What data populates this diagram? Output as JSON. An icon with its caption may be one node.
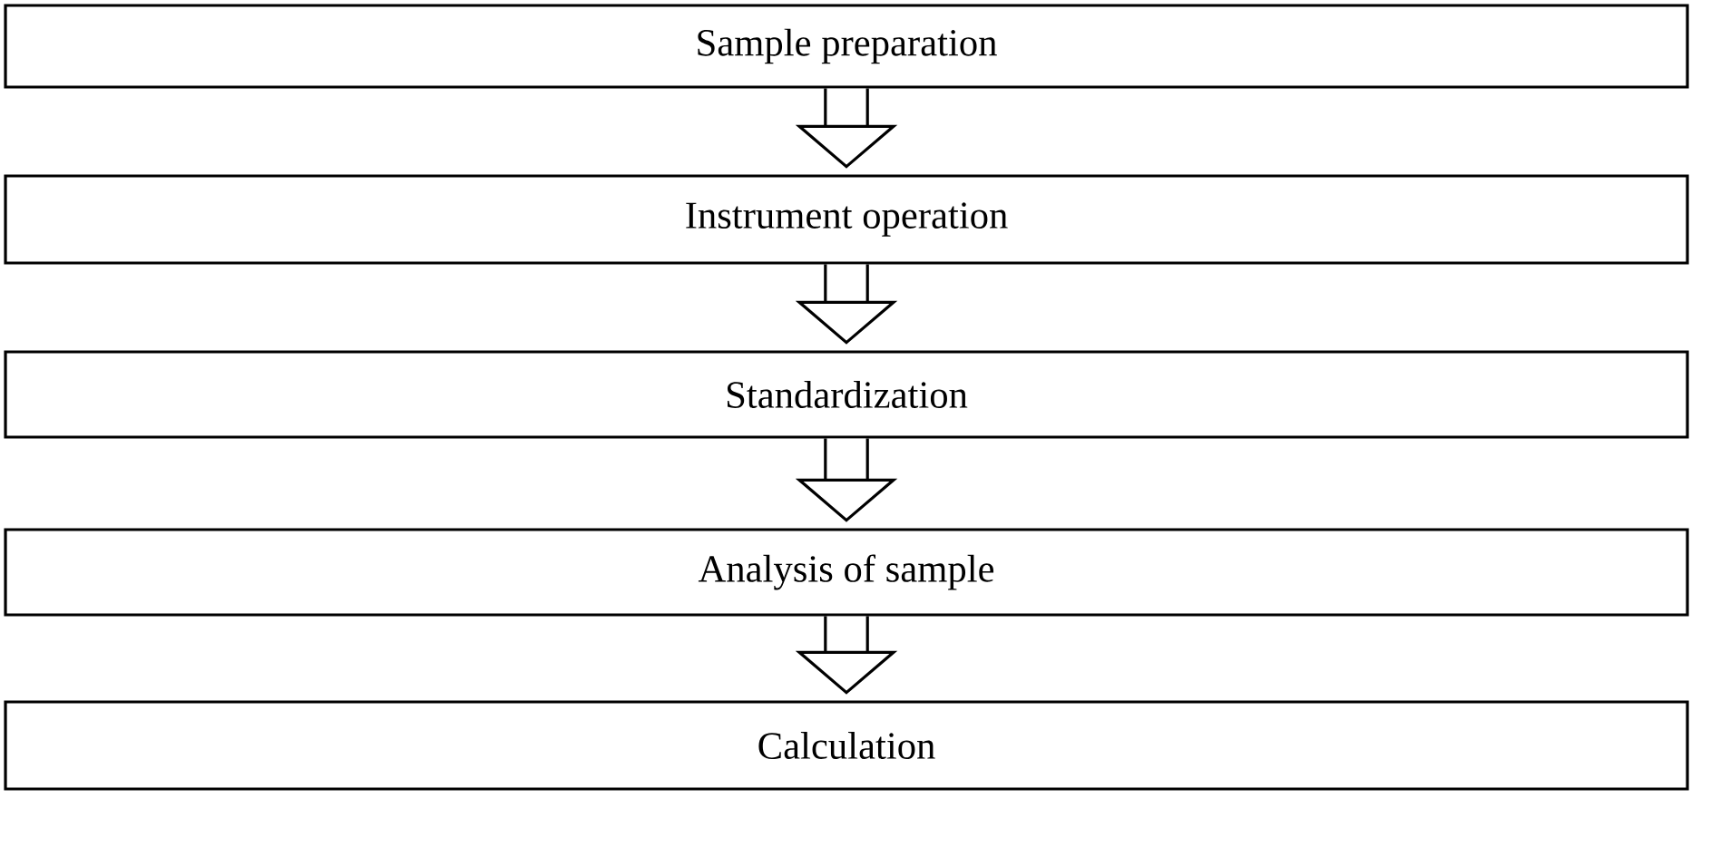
{
  "diagram": {
    "nodes": [
      {
        "text": [
          "Sample preparation"
        ]
      },
      {
        "text": [
          "Instrument operation"
        ]
      },
      {
        "text": [
          "Standardization"
        ]
      },
      {
        "text": [
          "Analysis of sample"
        ]
      },
      {
        "text": [
          "Calculation"
        ]
      }
    ],
    "edges": [
      {
        "from": 0,
        "to": 1,
        "arrow": "to"
      },
      {
        "from": 1,
        "to": 2,
        "arrow": "to"
      },
      {
        "from": 2,
        "to": 3,
        "arrow": "to"
      },
      {
        "from": 3,
        "to": 4,
        "arrow": "to"
      }
    ]
  }
}
